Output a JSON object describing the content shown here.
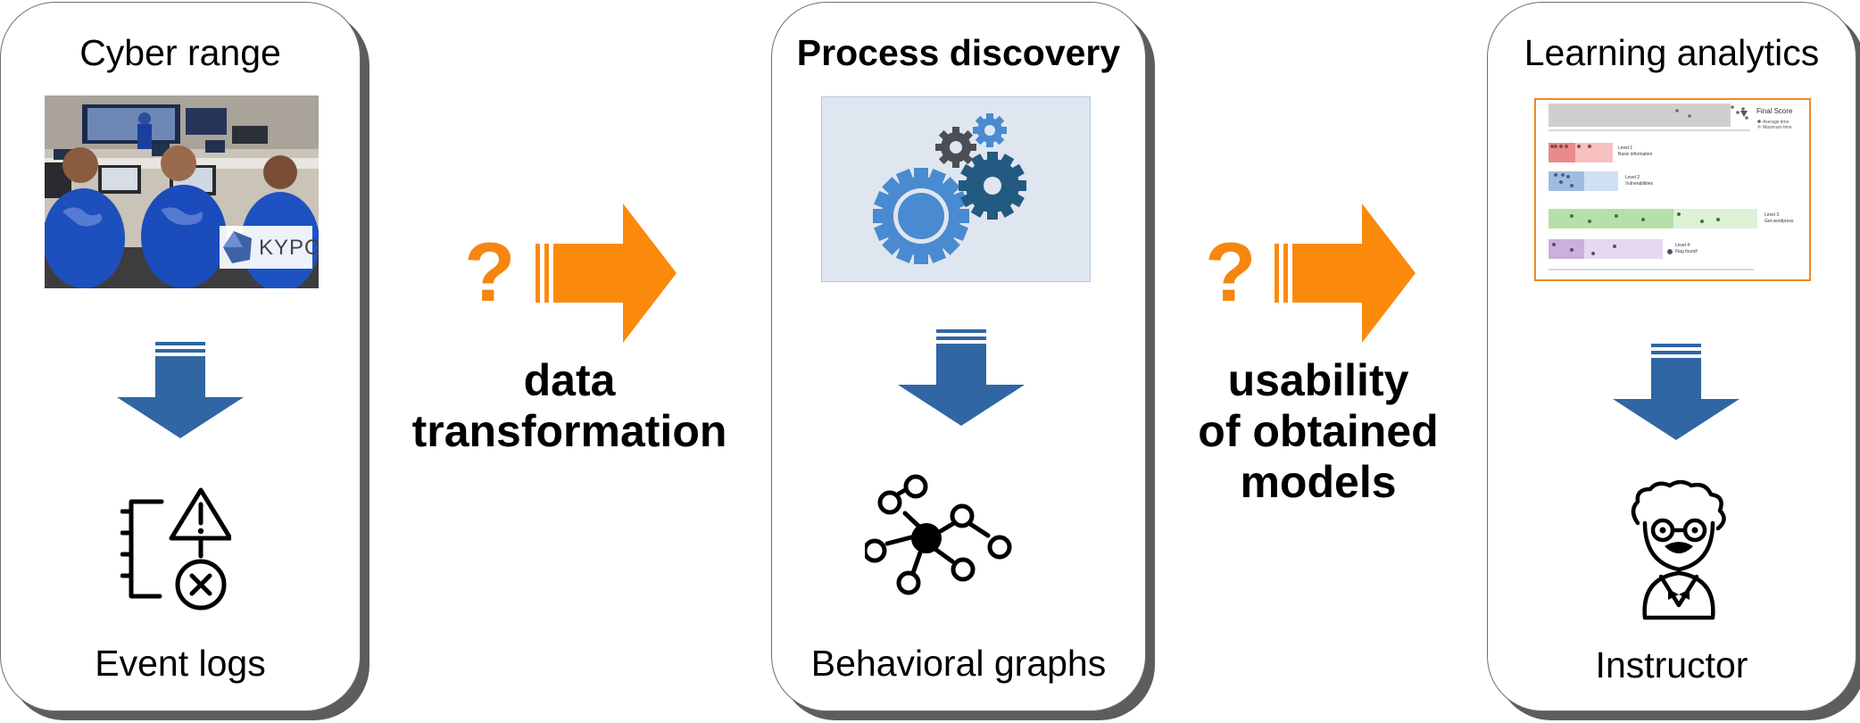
{
  "panels": {
    "cyber_range": {
      "title": "Cyber range",
      "photo_badge": "KYPO",
      "label": "Event logs"
    },
    "process_discovery": {
      "title": "Process discovery",
      "label": "Behavioral graphs"
    },
    "learning_analytics": {
      "title": "Learning analytics",
      "label": "Instructor",
      "chart": {
        "final_score_title": "Final Score",
        "legend": [
          "Average time",
          "Maximum time"
        ],
        "levels": [
          {
            "name": "Level 1",
            "subtitle": "Basic information",
            "color": "#f28b8b"
          },
          {
            "name": "Level 2",
            "subtitle": "Vulnerabilities",
            "color": "#8fb3dd"
          },
          {
            "name": "Level 3",
            "subtitle": "Get wordpress",
            "color": "#a7d89a"
          },
          {
            "name": "Level 4",
            "subtitle": "Flag found!",
            "color": "#c6a8d9"
          }
        ]
      }
    }
  },
  "transitions": {
    "first": {
      "question_mark": "?",
      "line1": "data",
      "line2": "transformation"
    },
    "second": {
      "question_mark": "?",
      "line1": "usability",
      "line2": "of obtained",
      "line3": "models"
    }
  },
  "colors": {
    "arrow_orange": "#fb8a0c",
    "arrow_blue": "#2f66a3",
    "panel_border": "#6f6f6f",
    "panel_shadow": "#5d5d5d"
  }
}
